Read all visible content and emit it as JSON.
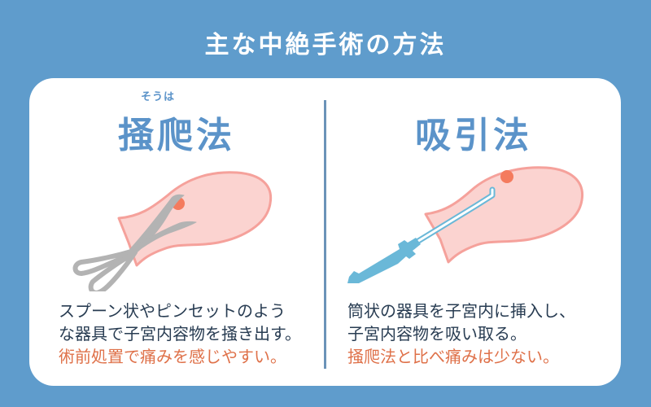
{
  "header": {
    "title": "主な中絶手術の方法"
  },
  "colors": {
    "background": "#5f9ccc",
    "card": "#ffffff",
    "heading_blue": "#5b93c9",
    "body_text": "#283c52",
    "accent_orange": "#df7149",
    "uterus_fill": "#fbd3d0",
    "uterus_stroke": "#f5a19b",
    "embryo_dot": "#f47b5e",
    "forceps_gray": "#b3b3b3",
    "aspirator_blue": "#6ab8d8"
  },
  "methods": [
    {
      "title": "掻爬法",
      "ruby": "そうは",
      "illustration": "forceps-in-uterus",
      "description_lines": [
        "スプーン状やピンセットのよう",
        "な器具で子宮内容物を掻き出す。"
      ],
      "note": "術前処置で痛みを感じやすい。"
    },
    {
      "title": "吸引法",
      "illustration": "aspirator-in-uterus",
      "description_lines": [
        "筒状の器具を子宮内に挿入し、",
        "子宮内容物を吸い取る。"
      ],
      "note": "掻爬法と比べ痛みは少ない。"
    }
  ]
}
